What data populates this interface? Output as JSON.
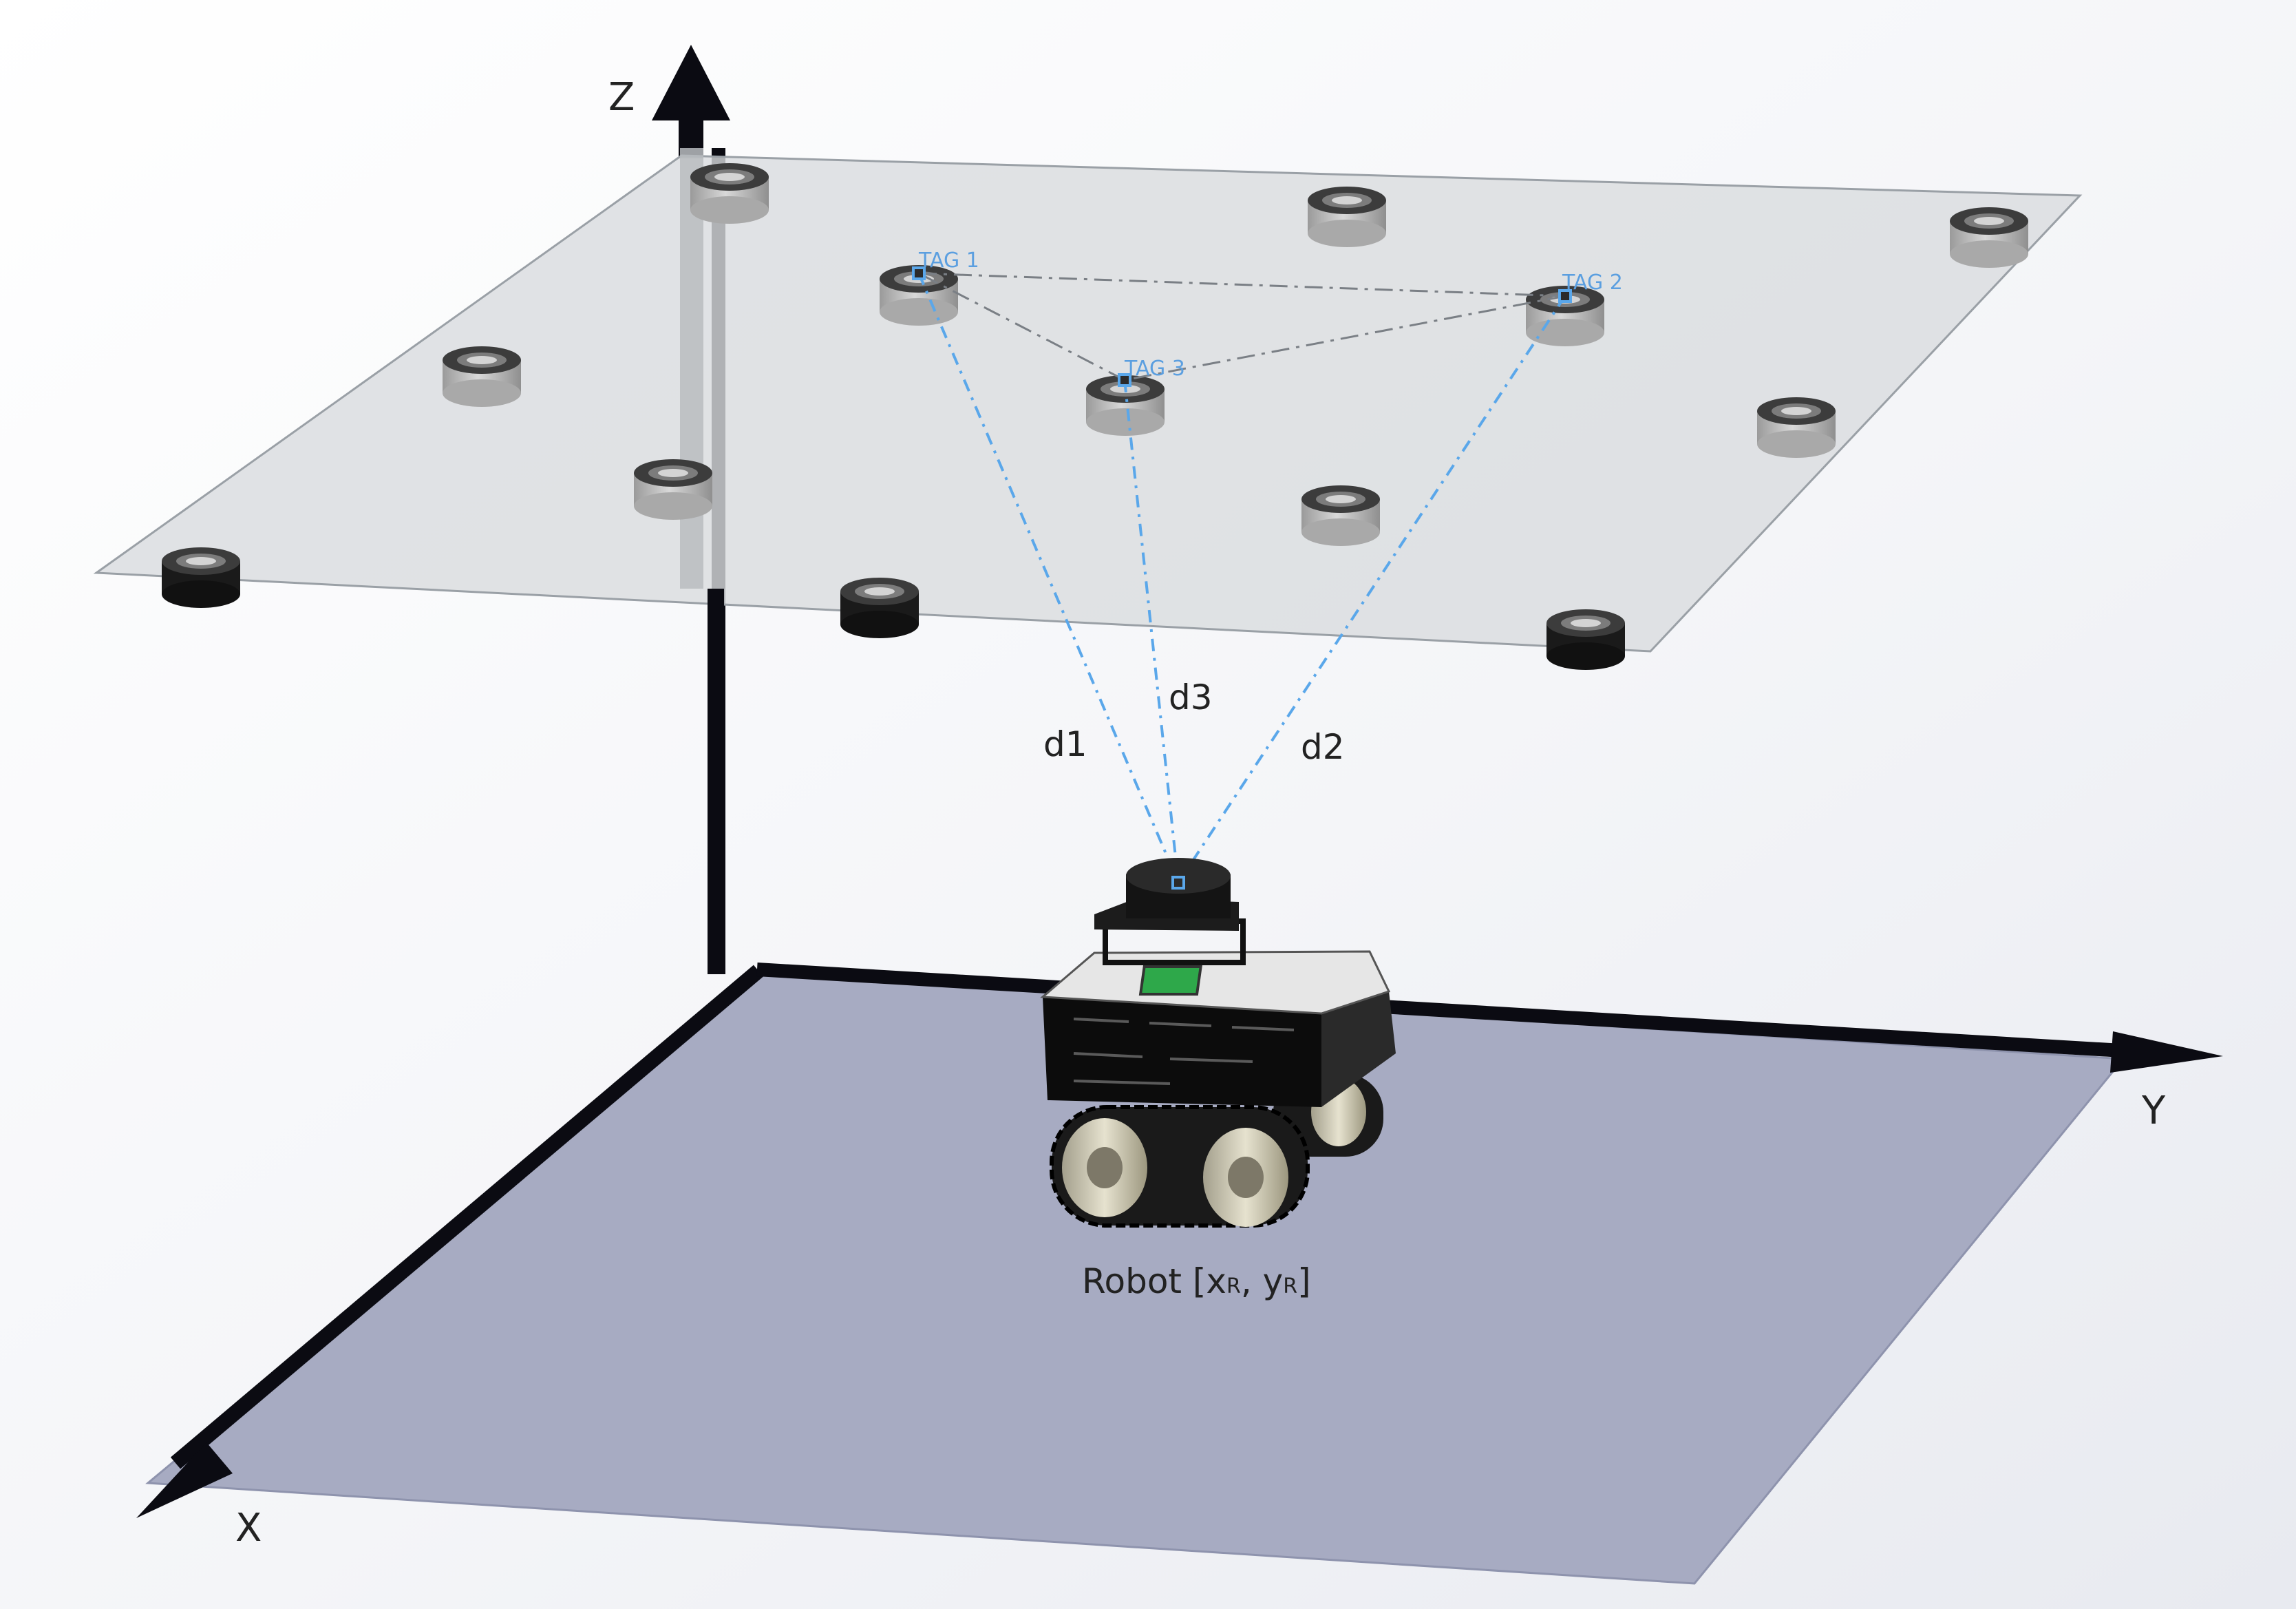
{
  "axes": {
    "z_label": "Z",
    "y_label": "Y",
    "x_label": "X"
  },
  "tags": [
    {
      "label": "TAG 1"
    },
    {
      "label": "TAG 2"
    },
    {
      "label": "TAG 3"
    }
  ],
  "distances": {
    "d1": "d1",
    "d2": "d2",
    "d3": "d3"
  },
  "robot": {
    "prefix": "Robot [x",
    "sub_x": "R",
    "mid": ", y",
    "sub_y": "R",
    "suffix": "]"
  },
  "colors": {
    "floor": "#a7abc2",
    "ceiling": "#d9dcdf",
    "range_line": "#5aa7ea",
    "tag_text": "#5b9fe0",
    "axis": "#0b0b12"
  }
}
